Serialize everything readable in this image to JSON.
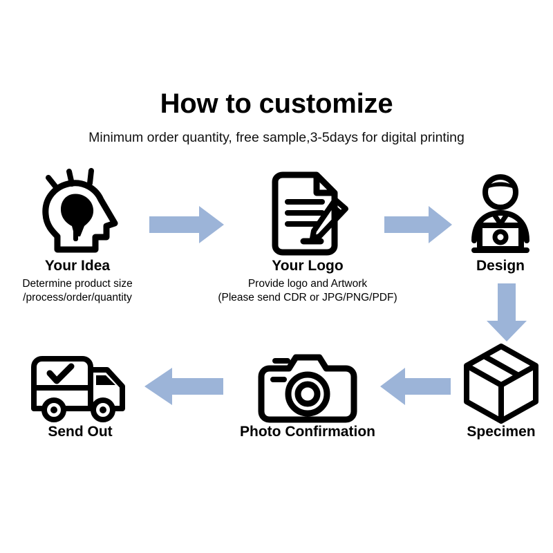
{
  "header": {
    "title": "How to customize",
    "subtitle": "Minimum order quantity, free sample,3-5days for digital printing"
  },
  "colors": {
    "arrow": "#9cb4d8",
    "arrow_dark": "#8fa8cf",
    "icon": "#000000",
    "text": "#000000",
    "background": "#ffffff"
  },
  "steps": [
    {
      "id": "idea",
      "icon": "head-lightbulb-icon",
      "label": "Your Idea",
      "desc_line1": "Determine product size",
      "desc_line2": "/process/order/quantity"
    },
    {
      "id": "logo",
      "icon": "document-pencil-icon",
      "label": "Your Logo",
      "desc_line1": "Provide logo and Artwork",
      "desc_line2": "(Please send CDR or JPG/PNG/PDF)"
    },
    {
      "id": "design",
      "icon": "person-laptop-icon",
      "label": "Design",
      "desc_line1": "",
      "desc_line2": ""
    },
    {
      "id": "specimen",
      "icon": "box-package-icon",
      "label": "Specimen",
      "desc_line1": "",
      "desc_line2": ""
    },
    {
      "id": "photo",
      "icon": "camera-icon",
      "label": "Photo Confirmation",
      "desc_line1": "",
      "desc_line2": ""
    },
    {
      "id": "sendout",
      "icon": "delivery-truck-check-icon",
      "label": "Send Out",
      "desc_line1": "",
      "desc_line2": ""
    }
  ],
  "arrows": [
    {
      "id": "idea-to-logo",
      "direction": "right"
    },
    {
      "id": "logo-to-design",
      "direction": "right"
    },
    {
      "id": "design-to-specimen",
      "direction": "down"
    },
    {
      "id": "specimen-to-photo",
      "direction": "left"
    },
    {
      "id": "photo-to-sendout",
      "direction": "left"
    }
  ]
}
